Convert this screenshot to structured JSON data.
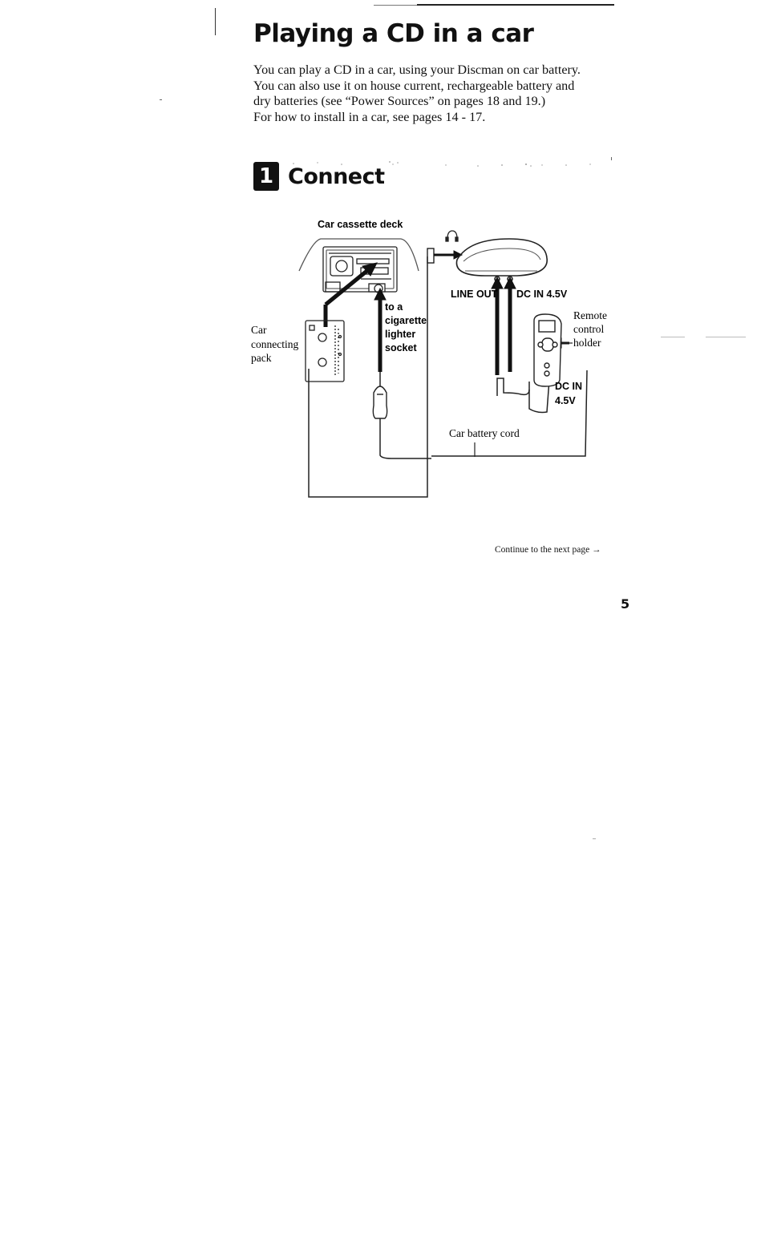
{
  "page": {
    "title": "Playing a CD in a car",
    "intro_lines": [
      "You can play a CD in a car, using your Discman on car battery.",
      "You can also use it on house current, rechargeable battery and",
      "dry batteries (see “Power Sources” on pages 18 and 19.)",
      "For how to install in a car, see pages 14 - 17."
    ],
    "step": {
      "number": "1",
      "title": "Connect"
    },
    "diagram": {
      "labels": {
        "cassette_deck": "Car cassette deck",
        "line_out": "LINE OUT",
        "dc_in_top": "DC IN 4.5V",
        "remote_line1": "Remote",
        "remote_line2": "control",
        "remote_line3": "holder",
        "car_pack_line1": "Car",
        "car_pack_line2": "connecting",
        "car_pack_line3": "pack",
        "cig_line1": "to a",
        "cig_line2": "cigarette",
        "cig_line3": "lighter",
        "cig_line4": "socket",
        "dc_in_low_line1": "DC IN",
        "dc_in_low_line2": "4.5V",
        "battery_cord": "Car battery cord"
      },
      "icons": [
        "headphone-icon"
      ]
    },
    "footer": {
      "continue_text": "Continue to the next page",
      "continue_arrow": "→",
      "page_number": "5"
    }
  }
}
